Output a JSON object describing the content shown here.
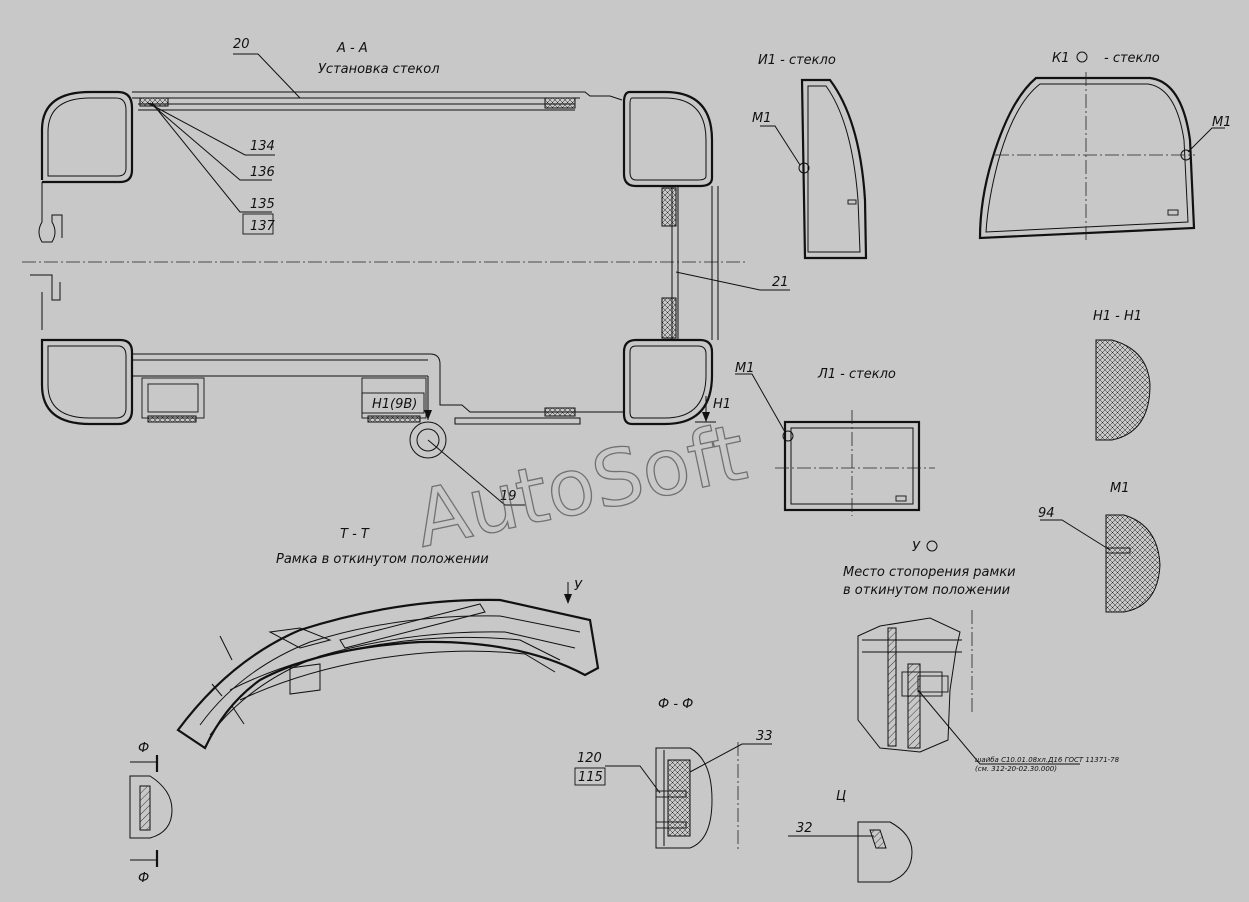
{
  "views": {
    "aa_title": "А - А",
    "aa_subtitle": "Установка стекол",
    "i1_title": "И1 - стекло",
    "k1_title_a": "К1",
    "k1_title_b": "- стекло",
    "l1_title": "Л1 - стекло",
    "h1_title": "Н1 - Н1",
    "m1_title": "М1",
    "tt_title": "Т - Т",
    "tt_subtitle": "Рамка в откинутом положении",
    "u_title": "У",
    "u_subtitle_1": "Место стопорения рамки",
    "u_subtitle_2": "в откинутом положении",
    "ff_title": "Ф - Ф",
    "c_title": "Ц"
  },
  "callouts": {
    "c20": "20",
    "c134": "134",
    "c136": "136",
    "c135": "135",
    "c137": "137",
    "c21": "21",
    "c19": "19",
    "ch1_9b": "Н1(9В)",
    "ch1": "Н1",
    "cm1_i": "М1",
    "cm1_k": "М1",
    "cm1_l": "М1",
    "c94": "94",
    "c120": "120",
    "c115": "115",
    "c33": "33",
    "c32": "32",
    "cu": "У",
    "cf_top": "Ф",
    "cf_bottom": "Ф"
  },
  "note": {
    "line1": "шайба С10.01.08хл.Д16 ГОСТ 11371-78",
    "line2": "(см. 312-20-02.30.000)"
  },
  "watermark": "AutoSoft",
  "colors": {
    "background": "#c8c8c8",
    "line": "#111111",
    "watermark": "#555555"
  }
}
